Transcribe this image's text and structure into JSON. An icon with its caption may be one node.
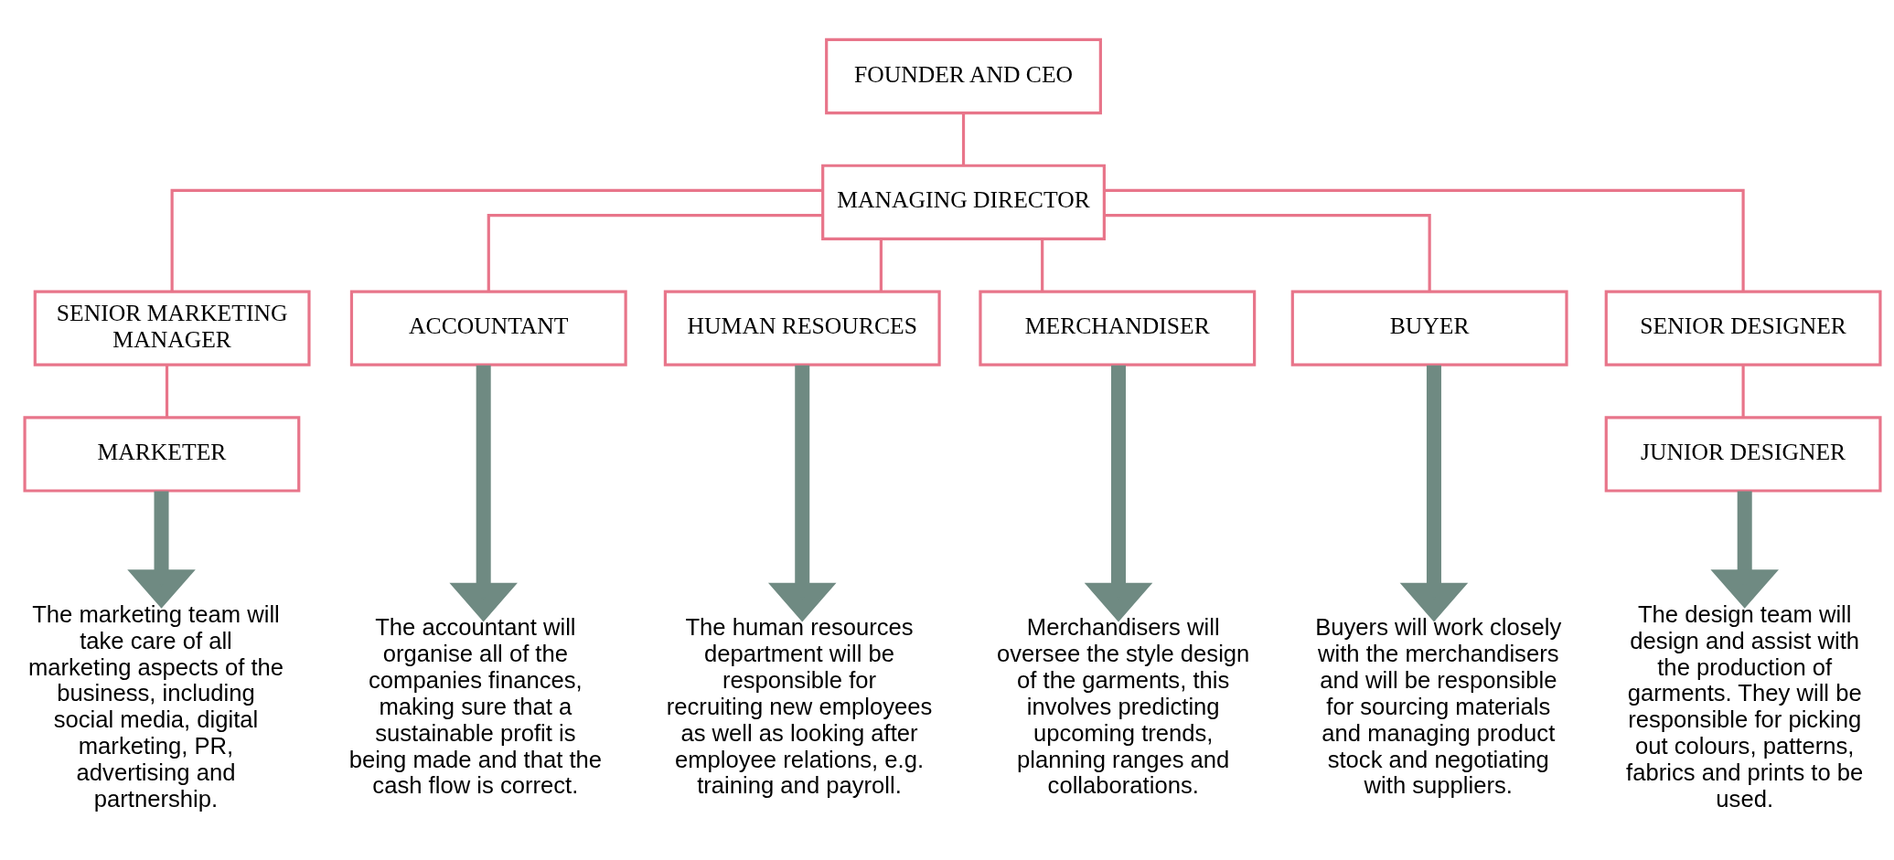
{
  "diagram": {
    "nodes": [
      {
        "text": [
          "FOUNDER AND CEO"
        ]
      },
      {
        "text": [
          "MANAGING DIRECTOR"
        ]
      },
      {
        "text": [
          "SENIOR MARKETING MANAGER"
        ]
      },
      {
        "text": [
          "ACCOUNTANT"
        ]
      },
      {
        "text": [
          "HUMAN RESOURCES"
        ]
      },
      {
        "text": [
          "MERCHANDISER"
        ]
      },
      {
        "text": [
          "BUYER"
        ]
      },
      {
        "text": [
          "SENIOR DESIGNER"
        ]
      },
      {
        "text": [
          "MARKETER"
        ]
      },
      {
        "text": [
          "JUNIOR DESIGNER"
        ]
      },
      {
        "text": [
          "The marketing team will take care of all marketing aspects of the business, including social media, digital marketing, PR, advertising and partnership."
        ]
      },
      {
        "text": [
          "The accountant will organise all of the companies finances, making sure that a sustainable profit is being made and that the cash flow is correct."
        ]
      },
      {
        "text": [
          "The human resources department will be responsible for recruiting new employees as well as looking after employee relations, e.g. training and payroll."
        ]
      },
      {
        "text": [
          "Merchandisers will oversee the style design of the garments, this involves predicting upcoming trends, planning ranges and collaborations."
        ]
      },
      {
        "text": [
          "Buyers will work closely with the merchandisers and will be responsible for sourcing materials and managing product stock and negotiating with suppliers."
        ]
      },
      {
        "text": [
          "The design team will design and assist with the production of garments. They will be responsible for picking out colours, patterns, fabrics and prints to be used."
        ]
      }
    ],
    "edges": [
      {
        "from": 0,
        "to": 1,
        "arrow": "none"
      },
      {
        "from": 1,
        "to": 2,
        "arrow": "none"
      },
      {
        "from": 1,
        "to": 3,
        "arrow": "none"
      },
      {
        "from": 1,
        "to": 4,
        "arrow": "none"
      },
      {
        "from": 1,
        "to": 5,
        "arrow": "none"
      },
      {
        "from": 1,
        "to": 6,
        "arrow": "none"
      },
      {
        "from": 1,
        "to": 7,
        "arrow": "none"
      },
      {
        "from": 2,
        "to": 8,
        "arrow": "none"
      },
      {
        "from": 7,
        "to": 9,
        "arrow": "none"
      },
      {
        "from": 8,
        "to": 10,
        "arrow": "to",
        "style": "thick",
        "color": "#6f8a82"
      },
      {
        "from": 3,
        "to": 11,
        "arrow": "to",
        "style": "thick",
        "color": "#6f8a82"
      },
      {
        "from": 4,
        "to": 12,
        "arrow": "to",
        "style": "thick",
        "color": "#6f8a82"
      },
      {
        "from": 5,
        "to": 13,
        "arrow": "to",
        "style": "thick",
        "color": "#6f8a82"
      },
      {
        "from": 6,
        "to": 14,
        "arrow": "to",
        "style": "thick",
        "color": "#6f8a82"
      },
      {
        "from": 9,
        "to": 15,
        "arrow": "to",
        "style": "thick",
        "color": "#6f8a82"
      }
    ]
  }
}
